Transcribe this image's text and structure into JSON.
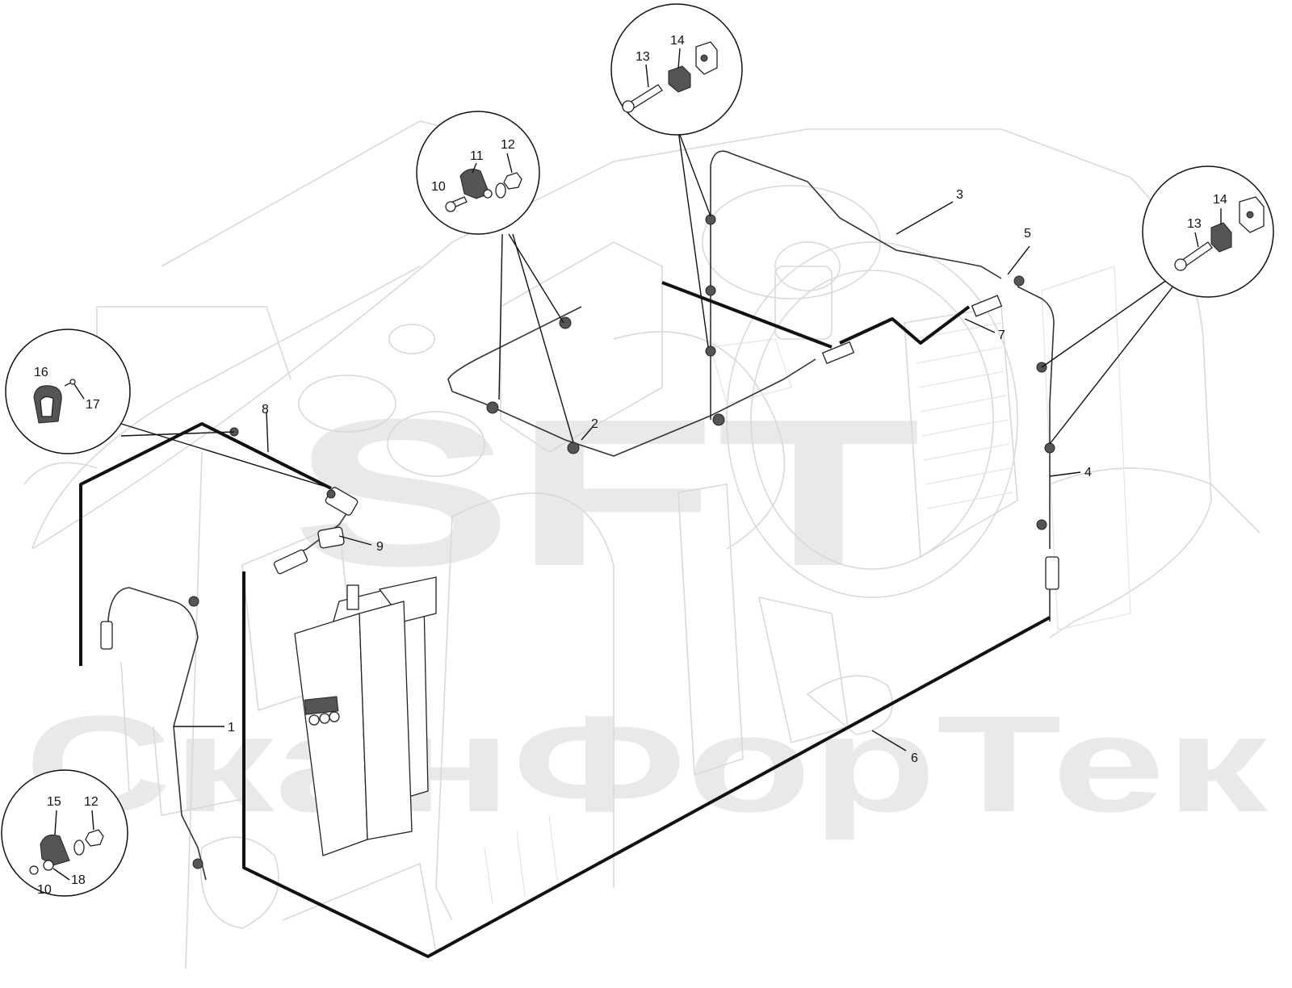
{
  "watermark": {
    "top": "SFT",
    "bottom": "СканФорТек"
  },
  "callout_labels": [
    {
      "id": "lbl-1",
      "text": "1"
    },
    {
      "id": "lbl-2",
      "text": "2"
    },
    {
      "id": "lbl-3",
      "text": "3"
    },
    {
      "id": "lbl-4",
      "text": "4"
    },
    {
      "id": "lbl-5",
      "text": "5"
    },
    {
      "id": "lbl-6",
      "text": "6"
    },
    {
      "id": "lbl-7",
      "text": "7"
    },
    {
      "id": "lbl-8",
      "text": "8"
    },
    {
      "id": "lbl-9",
      "text": "9"
    }
  ],
  "detail_circles": {
    "top_center": {
      "bolt": "13",
      "block": "14"
    },
    "right": {
      "bolt": "13",
      "block": "14"
    },
    "upper_left_clamp": {
      "screw": "10",
      "clamp": "11",
      "nut": "12"
    },
    "left": {
      "clip": "16",
      "screw": "17"
    },
    "bottom_left": {
      "clamp": "15",
      "nut": "12",
      "screw": "10",
      "washer": "18"
    }
  }
}
